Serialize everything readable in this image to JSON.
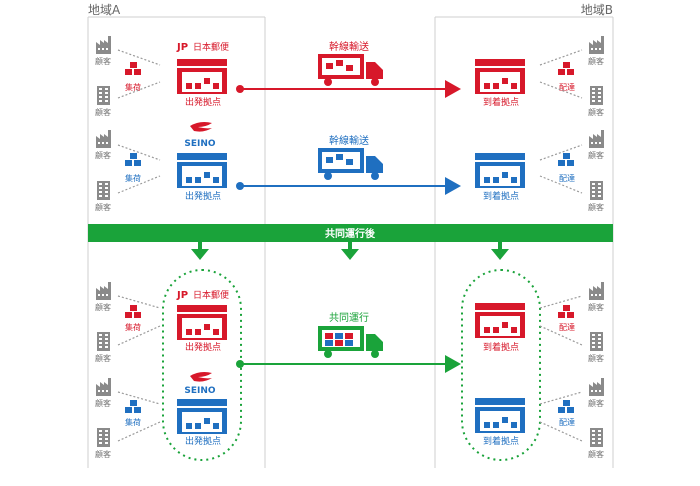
{
  "colors": {
    "red": "#d7182a",
    "blue": "#1f6fc0",
    "green": "#1aa33a",
    "gray": "#888888",
    "region_border": "#cccccc"
  },
  "regions": {
    "a": "地域A",
    "b": "地域B"
  },
  "labels": {
    "customer": "顧客",
    "pickup": "集荷",
    "delivery": "配達",
    "origin_hub": "出発拠点",
    "dest_hub": "到着拠点",
    "trunk": "幹線輸送",
    "joint_after": "共同運行後",
    "joint": "共同運行"
  },
  "logos": {
    "jp": "日本郵便",
    "seino": "SEINO"
  },
  "icons": {
    "customer": [
      "factory-icon",
      "building-icon"
    ],
    "parcels": "parcel-stack-icon",
    "hub": "warehouse-icon",
    "vehicle": "truck-icon",
    "arrow": "down-arrow-icon"
  }
}
